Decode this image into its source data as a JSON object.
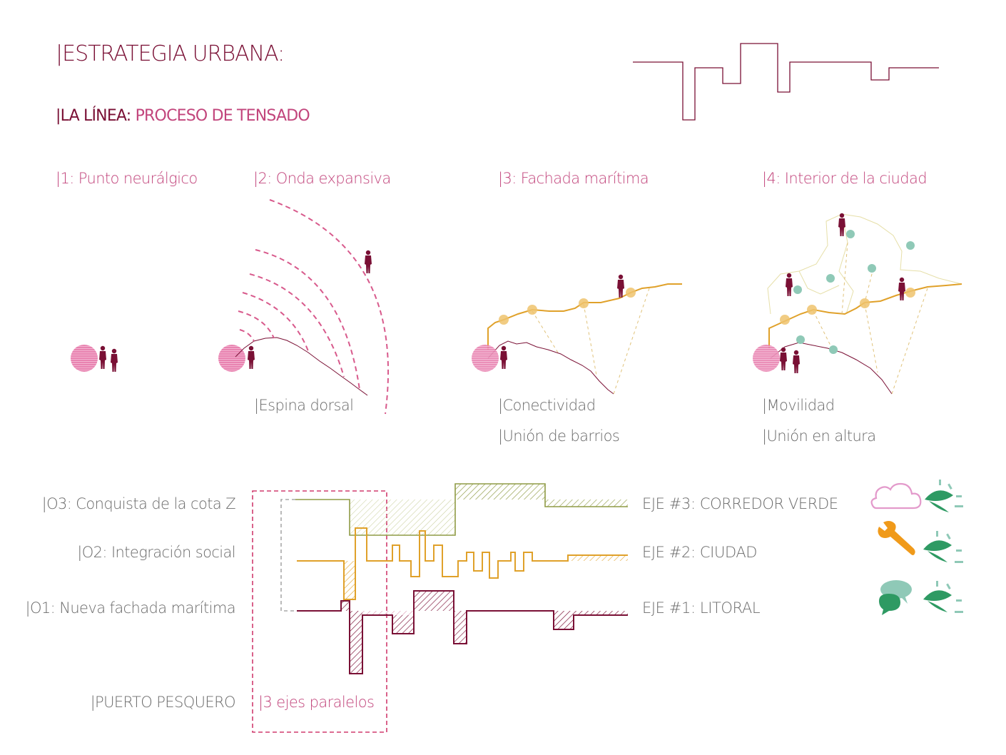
{
  "header": {
    "title": "|ESTRATEGIA URBANA:",
    "subtitle_prefix": "|LA LÍNEA: ",
    "subtitle_suffix": "PROCESO DE TENSADO"
  },
  "steps": [
    {
      "label": "|1: Punto neurálgico"
    },
    {
      "label": "|2: Onda expansiva",
      "notes": [
        "|Espina dorsal"
      ]
    },
    {
      "label": "|3: Fachada marítima",
      "notes": [
        "|Conectividad",
        "|Unión de barrios"
      ]
    },
    {
      "label": "|4: Interior de la ciudad",
      "notes": [
        "|Movilidad",
        "|Unión en altura"
      ]
    }
  ],
  "objectives": [
    "|O3: Conquista de la cota Z",
    "|O2: Integración social",
    "|O1: Nueva fachada marítima"
  ],
  "port_label": "|PUERTO PESQUERO",
  "axes_box_label": "|3 ejes paralelos",
  "ejes": [
    {
      "label": "EJE #3: CORREDOR VERDE",
      "color": "#8f9b45"
    },
    {
      "label": "EJE #2: CIUDAD",
      "color": "#e0a12a"
    },
    {
      "label": "EJE #1: LITORAL",
      "color": "#7a1035"
    }
  ],
  "icons": [
    "cloud-icon",
    "wrench-icon",
    "chat-bubbles-icon",
    "sprout-icon"
  ],
  "colors": {
    "maroon": "#7a1035",
    "pink": "#c2457c",
    "hub_pink": "#e882b0",
    "mustard": "#e0a12a",
    "olive": "#8f9b45",
    "teal": "#8fc9b7",
    "green": "#2e9a63",
    "grey_text": "#6b6b6b"
  }
}
